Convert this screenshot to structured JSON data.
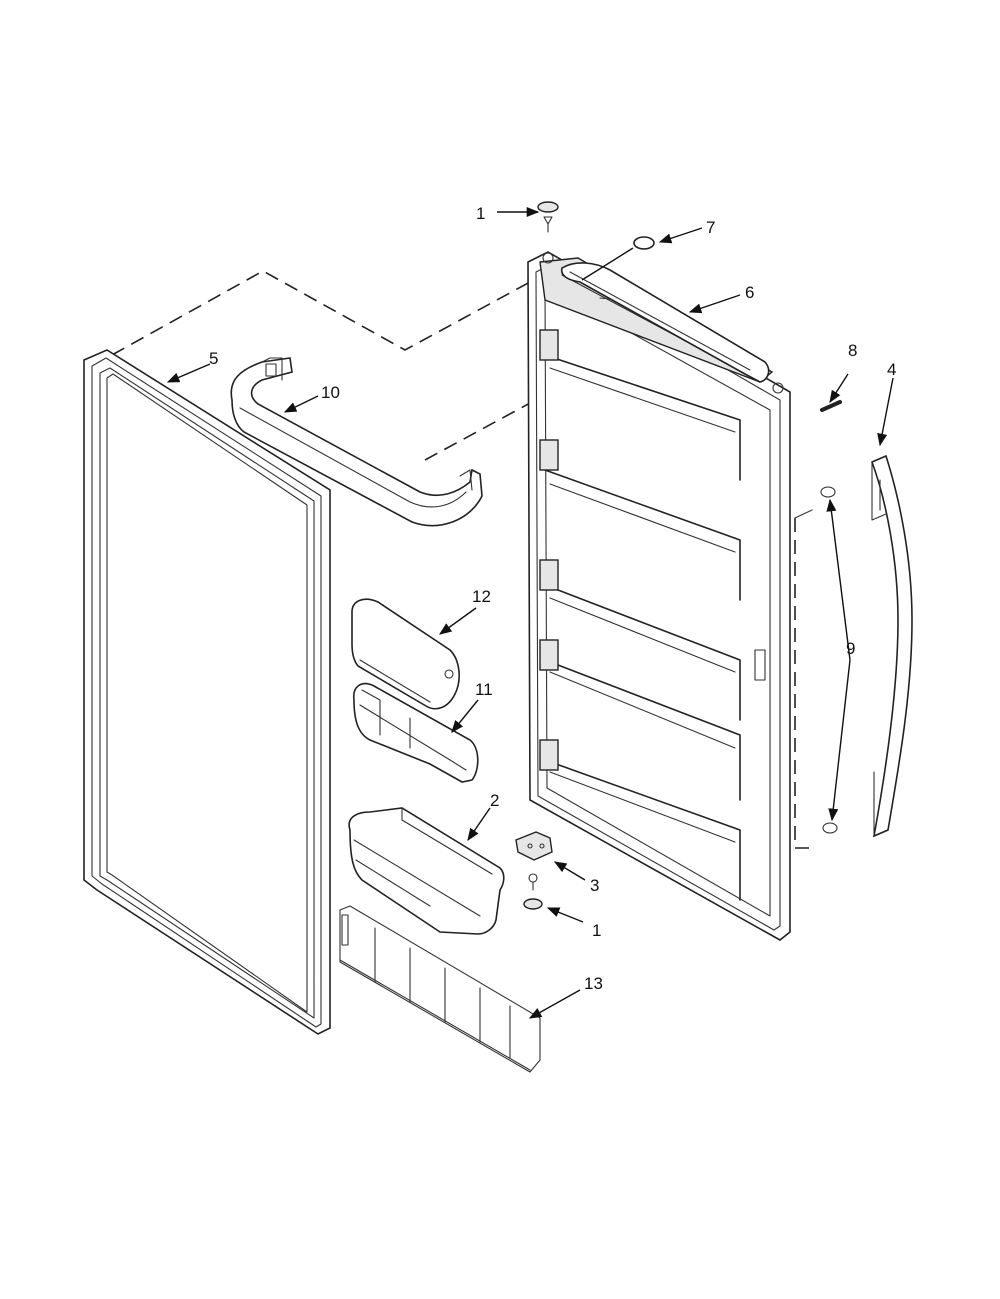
{
  "diagram": {
    "callouts": {
      "c1_top": "1",
      "c1_bottom": "1",
      "c2": "2",
      "c3": "3",
      "c4": "4",
      "c5": "5",
      "c6": "6",
      "c7": "7",
      "c8": "8",
      "c9": "9",
      "c10": "10",
      "c11": "11",
      "c12": "12",
      "c13": "13"
    }
  }
}
